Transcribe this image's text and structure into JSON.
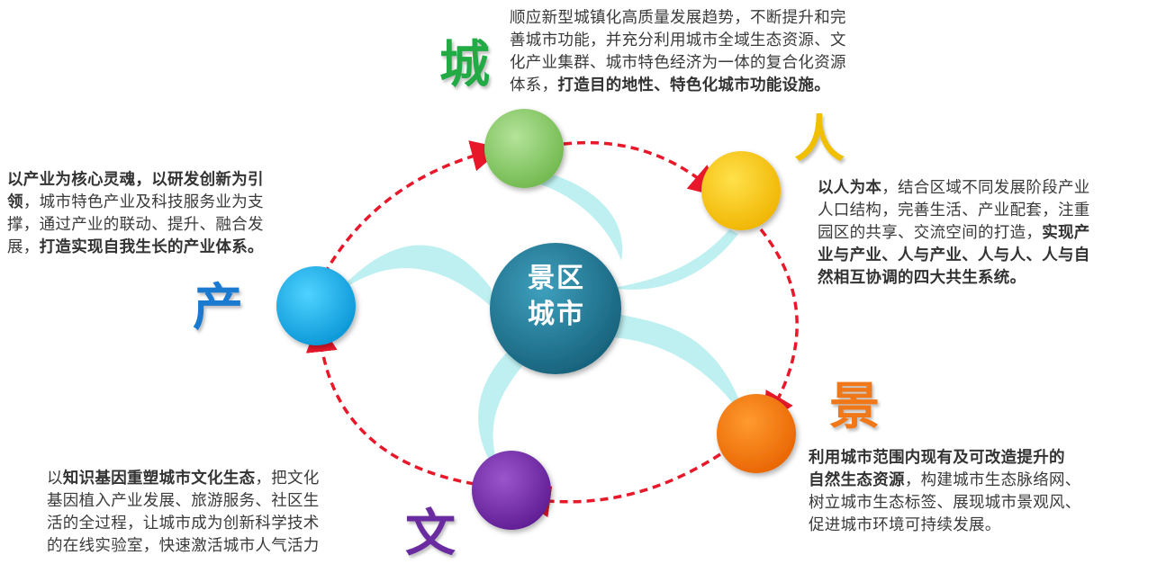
{
  "center": {
    "line1": "景区",
    "line2": "城市"
  },
  "nodes": [
    {
      "key": "cheng",
      "char": "城",
      "color": "#22aa44",
      "circle_color": "#8fd070"
    },
    {
      "key": "ren",
      "char": "人",
      "color": "#f0c000",
      "circle_color": "#ffcc00"
    },
    {
      "key": "jing",
      "char": "景",
      "color": "#f07818",
      "circle_color": "#f57c00"
    },
    {
      "key": "wen",
      "char": "文",
      "color": "#6a2aa0",
      "circle_color": "#7b30b0"
    },
    {
      "key": "chan",
      "char": "产",
      "color": "#1a7ad0",
      "circle_color": "#12b4f0"
    }
  ],
  "descriptions": {
    "cheng": {
      "l1": "顺应新型城镇化高质量发展趋势，不断提升和完",
      "l2": "善城市功能，并充分利用城市全域生态资源、文",
      "l3": "化产业集群、城市特色经济为一体的复合化资源",
      "l4": "体系，",
      "l4b": "打造目的地性、特色化城市功能设施。"
    },
    "ren": {
      "l1b": "以人为本",
      "l1": "，结合区域不同发展阶段产业",
      "l2": "人口结构，完善生活、产业配套，注重",
      "l3": "园区的共享、交流空间的打造，",
      "l3b": "实现产",
      "l4b": "业与产业、人与产业、人与人、人与自",
      "l5b": "然相互协调的四大共生系统。"
    },
    "jing": {
      "l1b": "利用城市范围内现有及可改造提升的",
      "l2b": "自然生态资源",
      "l2": "，构建城市生态脉络网、",
      "l3": "树立城市生态标签、展现城市景观风、",
      "l4": "促进城市环境可持续发展。"
    },
    "wen": {
      "l1": "以",
      "l1b": "知识基因重塑城市文化生态",
      "l1c": "，把文化",
      "l2": "基因植入产业发展、旅游服务、社区生",
      "l3": "活的全过程，让城市成为创新科学技术",
      "l4": "的在线实验室，快速激活城市人气活力"
    },
    "chan": {
      "l1b": "以产业为核心灵魂，以研发创新为引",
      "l2b": "领",
      "l2": "，城市特色产业及科技服务业为支",
      "l3": "撑，通过产业的联动、提升、融合发",
      "l4": "展，",
      "l4b": "打造实现自我生长的产业体系。"
    }
  },
  "colors": {
    "arrow": "#e8182a",
    "center_circle": "#1f7a95",
    "swirl": "#b8eef0"
  }
}
